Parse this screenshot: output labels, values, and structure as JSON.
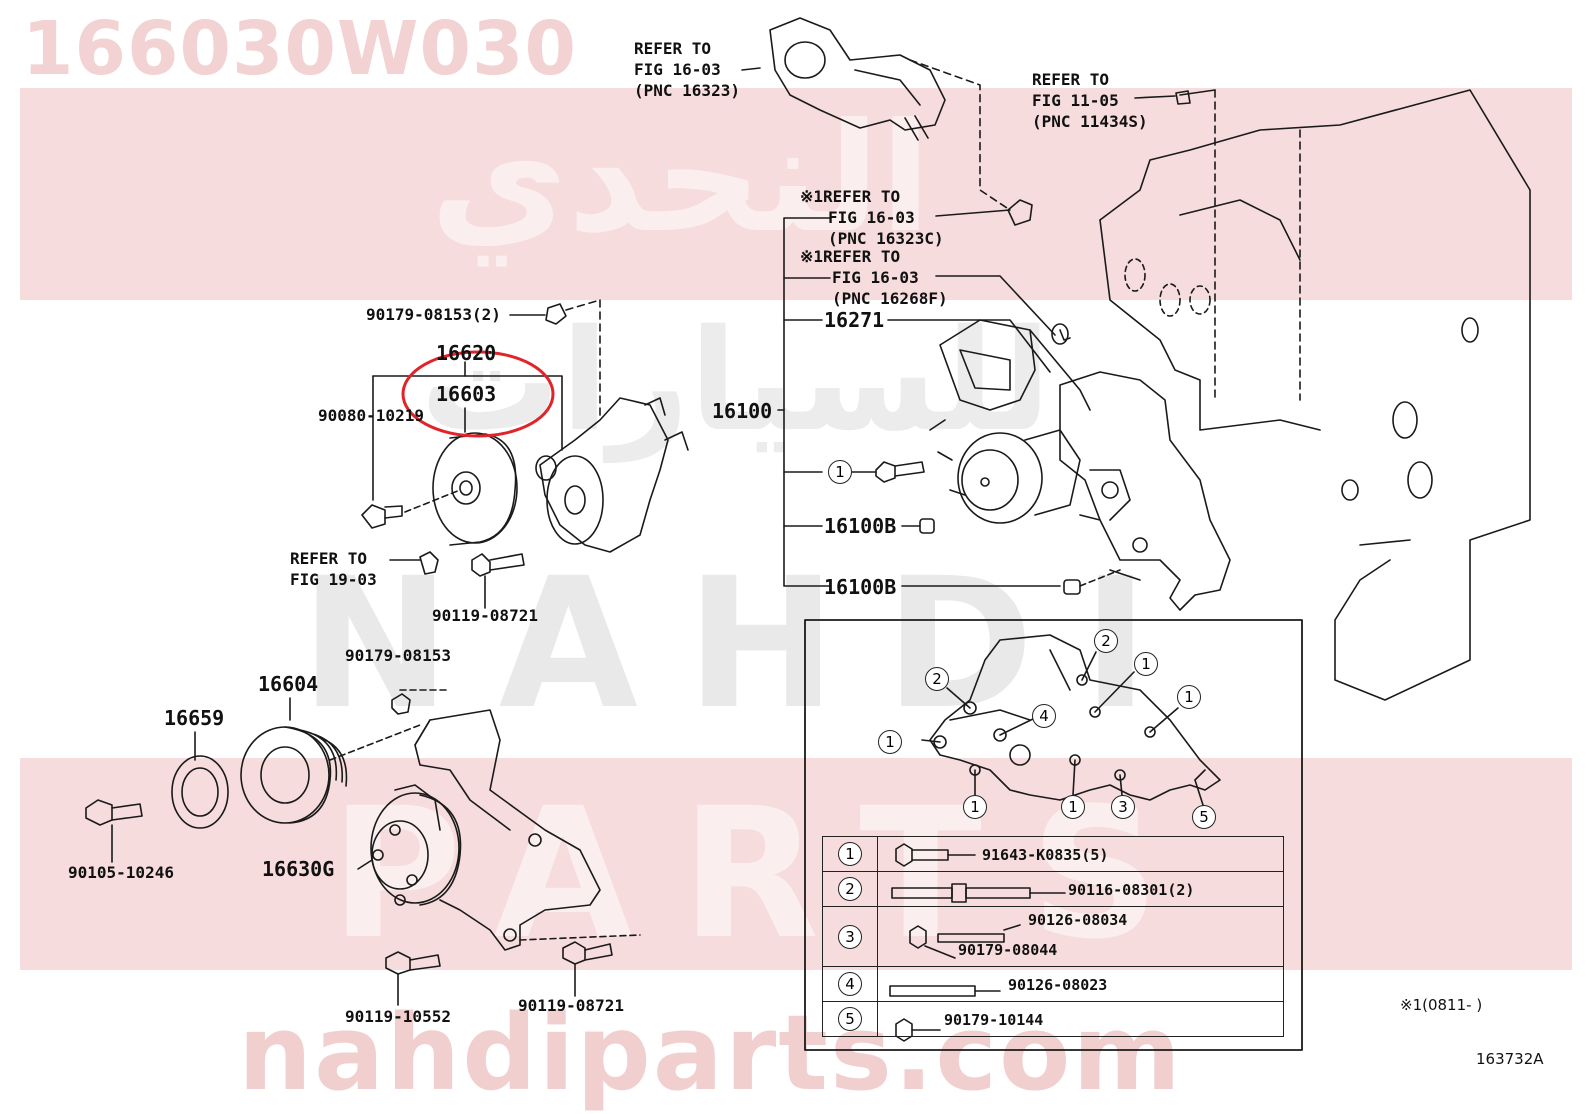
{
  "watermark": {
    "part_code": "166030W030",
    "arabic_top": "النحدي",
    "arabic_mid": "للسيارات",
    "latin_mid": "NAHDI",
    "latin_low": "PARTS",
    "url": "nahdiparts.com"
  },
  "refs": {
    "fig16_03_a": [
      "REFER TO",
      "FIG 16-03",
      "(PNC 16323)"
    ],
    "fig11_05": [
      "REFER TO",
      "FIG 11-05",
      "(PNC 11434S)"
    ],
    "fig16_03_c": [
      "※1REFER TO",
      "FIG 16-03",
      "(PNC 16323C)"
    ],
    "fig16_03_f": [
      "※1REFER TO",
      "FIG 16-03",
      "(PNC 16268F)"
    ],
    "fig19_03": [
      "REFER TO",
      "FIG 19-03"
    ]
  },
  "labels": {
    "p90179_08153_2": "90179-08153(2)",
    "p16620": "16620",
    "p16603": "16603",
    "p90080_10219": "90080-10219",
    "p90119_08721_a": "90119-08721",
    "p90179_08153": "90179-08153",
    "p16604": "16604",
    "p16659": "16659",
    "p90105_10246": "90105-10246",
    "p16630G": "16630G",
    "p90119_10552": "90119-10552",
    "p90119_08721_b": "90119-08721",
    "p16271": "16271",
    "p16100": "16100",
    "p16100B_a": "16100B",
    "p16100B_b": "16100B",
    "callout_1": "1"
  },
  "inset_callouts": [
    "2",
    "1",
    "2",
    "4",
    "1",
    "1",
    "1",
    "1",
    "3",
    "5"
  ],
  "legend": [
    {
      "num": "1",
      "parts": [
        "91643-K0835(5)"
      ]
    },
    {
      "num": "2",
      "parts": [
        "90116-08301(2)"
      ]
    },
    {
      "num": "3",
      "parts": [
        "90126-08034",
        "90179-08044"
      ]
    },
    {
      "num": "4",
      "parts": [
        "90126-08023"
      ]
    },
    {
      "num": "5",
      "parts": [
        "90179-10144"
      ]
    }
  ],
  "footnote": "※1(0811-     )",
  "diagram_id": "163732A",
  "colors": {
    "highlight": "#e0242a",
    "watermark": "#f2d2d2",
    "line": "#1a1a1a"
  }
}
